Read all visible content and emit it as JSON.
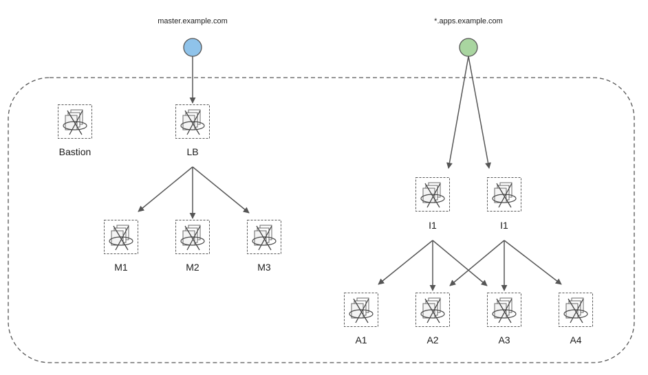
{
  "dns": {
    "master": {
      "name": "master.example.com",
      "color": "#8fc3ea"
    },
    "apps": {
      "name": "*.apps.example.com",
      "color": "#a9d5a0"
    }
  },
  "nodes": [
    {
      "id": "bastion",
      "label": "Bastion",
      "icon": "vm-stack-icon"
    },
    {
      "id": "lb",
      "label": "LB",
      "icon": "vm-stack-icon"
    },
    {
      "id": "m1",
      "label": "M1",
      "icon": "vm-stack-icon"
    },
    {
      "id": "m2",
      "label": "M2",
      "icon": "vm-stack-icon"
    },
    {
      "id": "m3",
      "label": "M3",
      "icon": "vm-stack-icon"
    },
    {
      "id": "i1a",
      "label": "I1",
      "icon": "vm-stack-icon"
    },
    {
      "id": "i1b",
      "label": "I1",
      "icon": "vm-stack-icon"
    },
    {
      "id": "a1",
      "label": "A1",
      "icon": "vm-stack-icon"
    },
    {
      "id": "a2",
      "label": "A2",
      "icon": "vm-stack-icon"
    },
    {
      "id": "a3",
      "label": "A3",
      "icon": "vm-stack-icon"
    },
    {
      "id": "a4",
      "label": "A4",
      "icon": "vm-stack-icon"
    }
  ],
  "edges": [
    [
      "master",
      "lb"
    ],
    [
      "lb",
      "m1"
    ],
    [
      "lb",
      "m2"
    ],
    [
      "lb",
      "m3"
    ],
    [
      "apps",
      "i1a"
    ],
    [
      "apps",
      "i1b"
    ],
    [
      "i1a",
      "a1"
    ],
    [
      "i1a",
      "a2"
    ],
    [
      "i1a",
      "a3"
    ],
    [
      "i1b",
      "a2"
    ],
    [
      "i1b",
      "a3"
    ],
    [
      "i1b",
      "a4"
    ]
  ],
  "style": {
    "line": "#555555",
    "boundary": "#555555"
  }
}
